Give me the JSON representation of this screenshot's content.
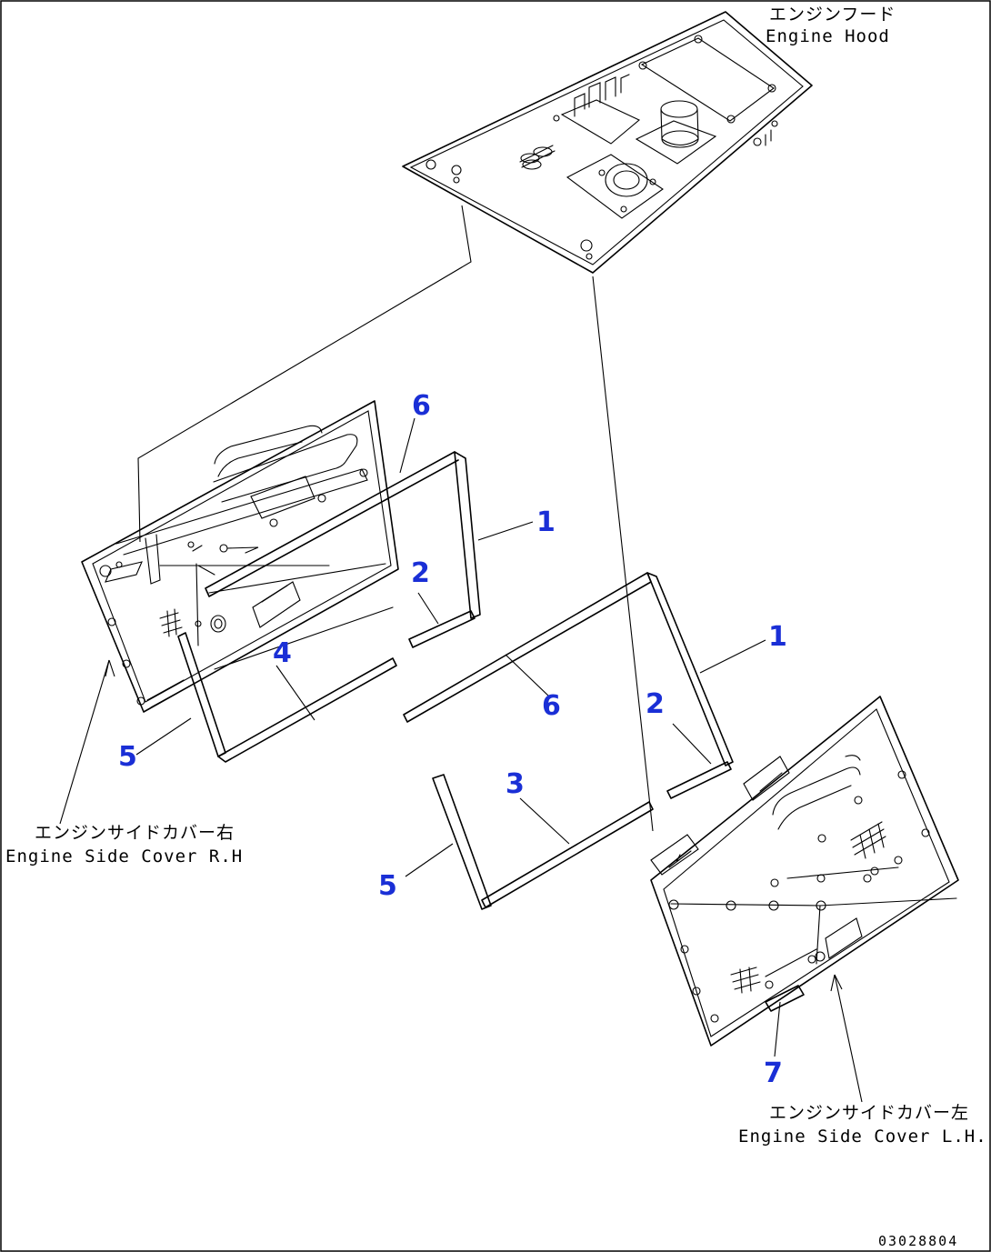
{
  "callouts": {
    "c1a": "1",
    "c1b": "1",
    "c2a": "2",
    "c2b": "2",
    "c3": "3",
    "c4": "4",
    "c5a": "5",
    "c5b": "5",
    "c6a": "6",
    "c6b": "6",
    "c7": "7"
  },
  "captions": {
    "hood_jp": "エンジンフード",
    "hood_en": "Engine Hood",
    "side_rh_jp": "エンジンサイドカバー右",
    "side_rh_en": "Engine Side Cover R.H",
    "side_lh_jp": "エンジンサイドカバー左",
    "side_lh_en": "Engine Side Cover L.H."
  },
  "drawing_code": "03028804",
  "colors": {
    "callout": "#1a2fd6",
    "line": "#000000",
    "background": "#ffffff"
  }
}
